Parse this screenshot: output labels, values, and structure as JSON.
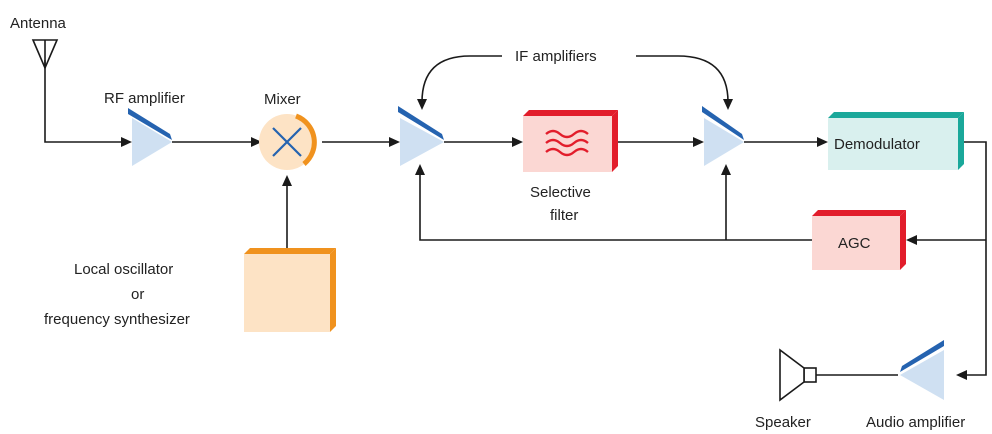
{
  "labels": {
    "antenna": "Antenna",
    "rf_amplifier": "RF amplifier",
    "mixer": "Mixer",
    "if_amplifiers": "IF amplifiers",
    "selective_filter_line1": "Selective",
    "selective_filter_line2": "filter",
    "demodulator": "Demodulator",
    "agc": "AGC",
    "local_osc_line1": "Local oscillator",
    "local_osc_line2": "or",
    "local_osc_line3": "frequency synthesizer",
    "speaker": "Speaker",
    "audio_amplifier": "Audio amplifier"
  },
  "colors": {
    "amplifier_fill": "#cfe0f2",
    "amplifier_edge": "#2563b0",
    "filter_fill": "#fbd7d3",
    "filter_edge": "#e21d2b",
    "filter_symbol": "#e21d2b",
    "demodulator_fill": "#d9f0ee",
    "demodulator_edge": "#1aa89a",
    "agc_fill": "#fbd7d3",
    "agc_edge": "#e21d2b",
    "oscillator_fill": "#fde3c5",
    "oscillator_edge": "#f0921e",
    "mixer_fill": "#fde3c5",
    "mixer_edge": "#f0921e",
    "mixer_cross": "#2563b0",
    "wire": "#1a1a1a"
  }
}
